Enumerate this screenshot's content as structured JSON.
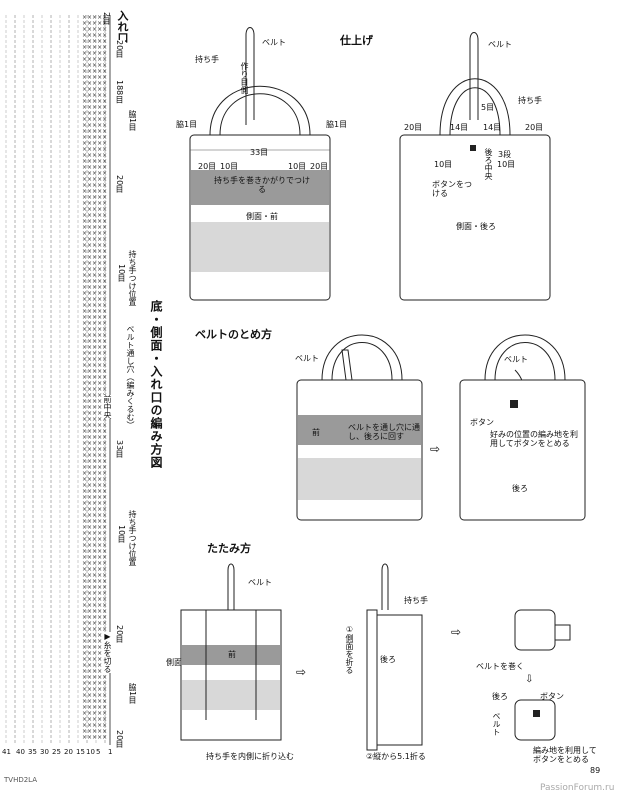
{
  "chart_title": "底・側面・入れ口の編み方図",
  "chart_column": {
    "top_label": "入れ口",
    "top_mark": "2目",
    "labels": [
      "20目",
      "188目",
      "脇1目",
      "20目",
      "持ち手つけ位置",
      "10目",
      "ベルト通し穴（編みくるむ）",
      "前中央",
      "33目",
      "持ち手つけ位置",
      "10目",
      "20目",
      "▶糸を切る",
      "脇1目",
      "20目"
    ],
    "row_numbers": [
      "41",
      "40",
      "35",
      "30",
      "25",
      "20",
      "15",
      "10",
      "5",
      "1"
    ]
  },
  "finish": {
    "heading": "仕上げ",
    "front": {
      "belt": "ベルト",
      "handle": "持ち手",
      "handle_side": "作り目側",
      "side_left": "脇1目",
      "side_right": "脇1目",
      "count_33": "33目",
      "counts_bottom": [
        "20目",
        "10目",
        "10目",
        "20目"
      ],
      "stripe_text": "持ち手を巻きかがりでつける",
      "body_label": "側面・前"
    },
    "back": {
      "belt": "ベルト",
      "handle": "持ち手",
      "count_5": "5目",
      "counts_top": [
        "20目",
        "14目",
        "14目",
        "20目"
      ],
      "counts_bottom": [
        "10目",
        "10目"
      ],
      "button_label": "ボタンをつける",
      "back_center": "後ろ中央",
      "rows_3": "3段",
      "body_label": "側面・後ろ"
    }
  },
  "belt_fastening": {
    "heading": "ベルトのとめ方",
    "belt": "ベルト",
    "front": "前",
    "instruction": "ベルトを通し穴に通し、後ろに回す",
    "belt2": "ベルト",
    "button": "ボタン",
    "instruction2": "好みの位置の編み地を利用してボタンをとめる",
    "back": "後ろ"
  },
  "folding": {
    "heading": "たたみ方",
    "belt": "ベルト",
    "side": "側面",
    "front": "前",
    "step1_caption": "持ち手を内側に折り込む",
    "handle": "持ち手",
    "fold_side": "①側面を折る",
    "back": "後ろ",
    "fold_vertical": "②縦から5.1折る",
    "roll_belt": "ベルトを巻く",
    "back2": "後ろ",
    "button": "ボタン",
    "belt2": "ベルト",
    "button_instruction": "編み地を利用してボタンをとめる"
  },
  "footer": {
    "left": "TVHD2LA",
    "page_number": "89",
    "watermark": "PassionForum.ru"
  }
}
